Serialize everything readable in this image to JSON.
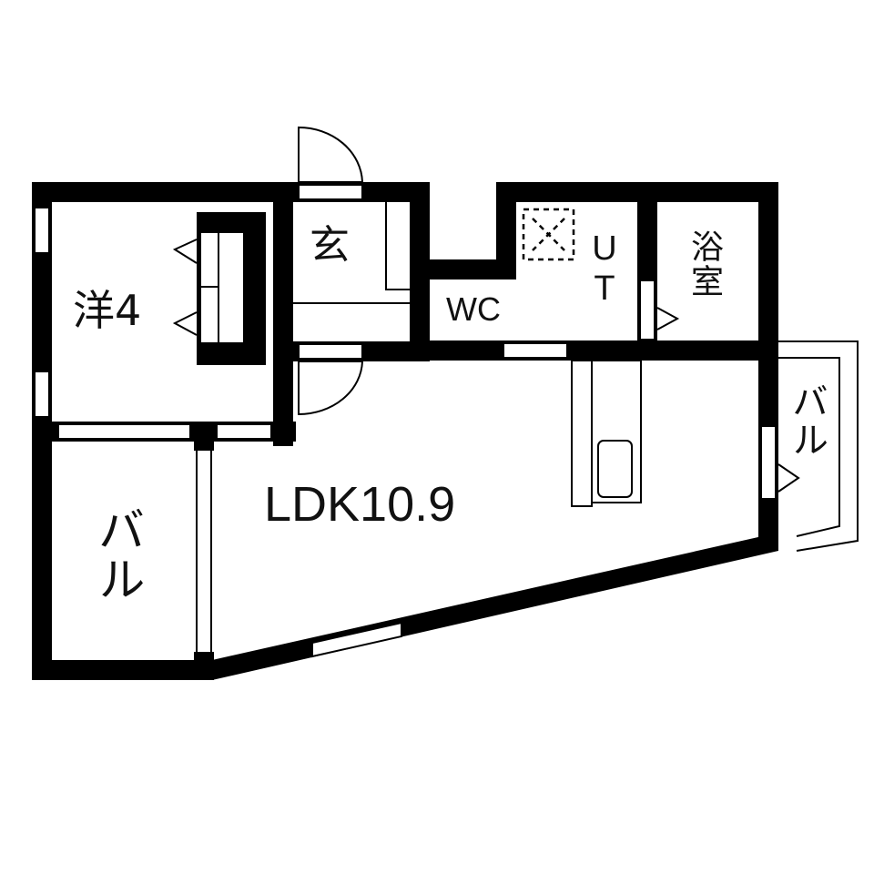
{
  "floor_plan": {
    "colors": {
      "wall": "#000000",
      "background": "#ffffff",
      "text": "#111111"
    },
    "rooms": {
      "western_room": {
        "label": "洋4"
      },
      "entrance": {
        "label": "玄"
      },
      "toilet": {
        "label": "WC"
      },
      "utility": {
        "label": "UT"
      },
      "bathroom": {
        "label": "浴室"
      },
      "ldk": {
        "label": "LDK10.9"
      },
      "balcony_west": {
        "label": "バル"
      },
      "balcony_east": {
        "label": "バル"
      }
    },
    "icons": {
      "washer_space": "dashed-box-with-x",
      "kitchen_sink": "rounded-rectangle",
      "doors": "quarter-arc-swing",
      "sliding_doors": "triangle-markers"
    }
  }
}
